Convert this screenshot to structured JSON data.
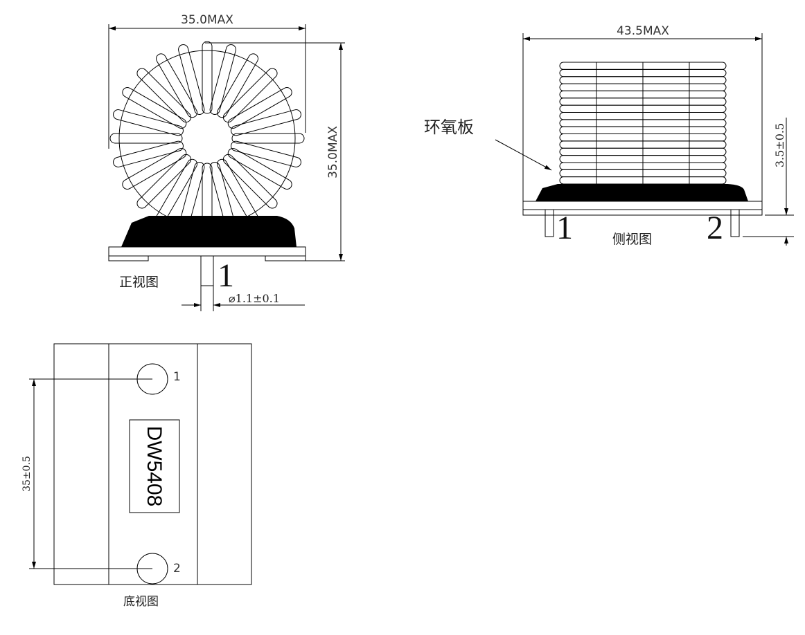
{
  "front_view": {
    "title": "正视图",
    "width_dim": "35.0MAX",
    "height_dim": "35.0MAX",
    "pin_dim": "⌀1.1±0.1",
    "pin_label": "1",
    "winding_count": 24
  },
  "side_view": {
    "title": "侧视图",
    "width_dim": "43.5MAX",
    "pin_length_dim": "3.5±0.5",
    "callout": "环氧板",
    "pin1_label": "1",
    "pin2_label": "2",
    "winding_rows": 17
  },
  "bottom_view": {
    "title": "底视图",
    "pitch_dim": "35±0.5",
    "part_label": "DW5408",
    "pin1_label": "1",
    "pin2_label": "2"
  },
  "colors": {
    "line": "#000000",
    "fill": "#000000",
    "background": "#ffffff"
  }
}
